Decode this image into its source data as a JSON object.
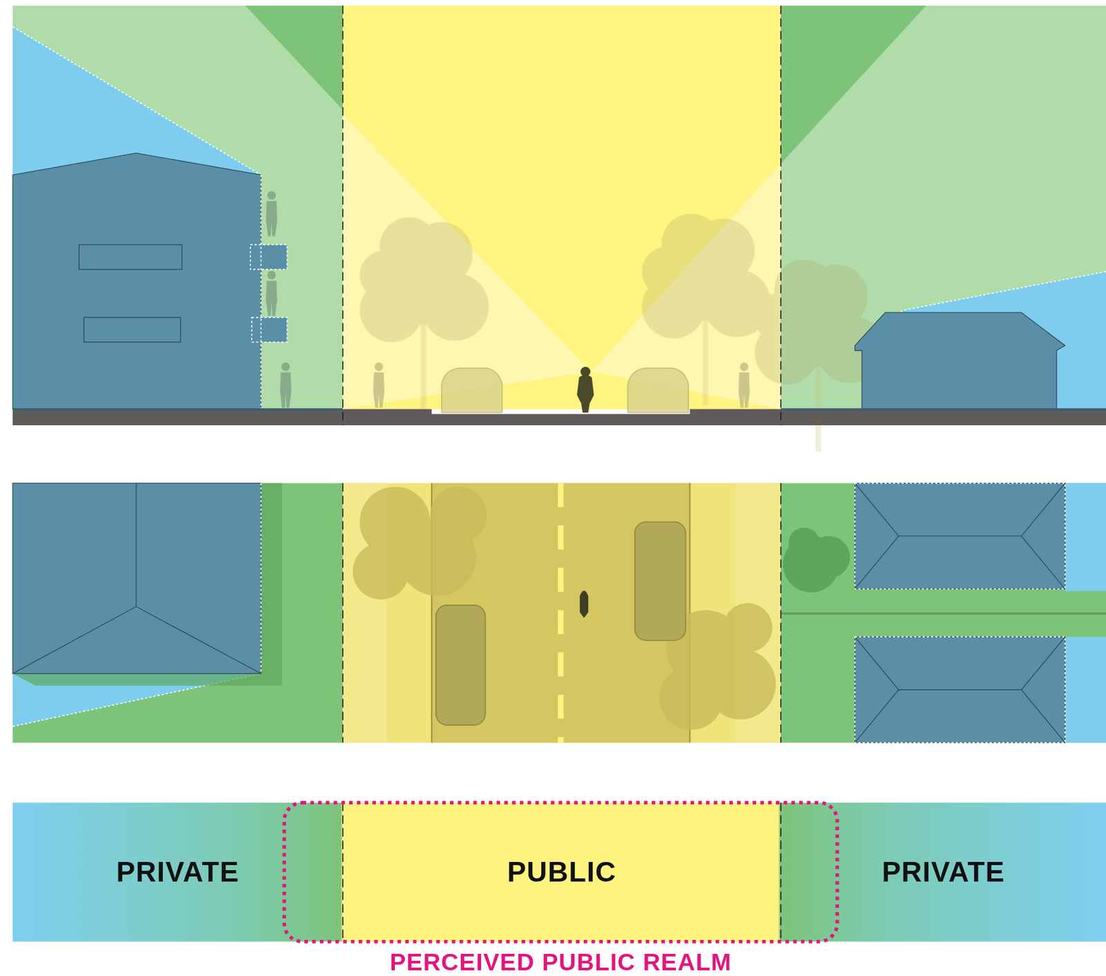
{
  "diagram": {
    "nodes": [
      {
        "text": [
          "PRIVATE"
        ]
      },
      {
        "text": [
          "PUBLIC"
        ]
      },
      {
        "text": [
          "PRIVATE"
        ]
      },
      {
        "text": [
          "PERCEIVED PUBLIC REALM"
        ]
      }
    ]
  }
}
